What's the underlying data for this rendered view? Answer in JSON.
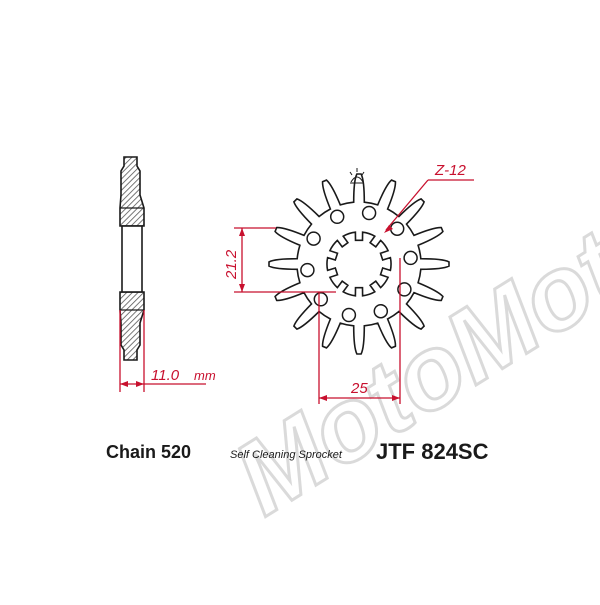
{
  "drawing": {
    "side_view": {
      "thickness_value": "11.0",
      "thickness_unit": "mm"
    },
    "front_view": {
      "tooth_count_label": "Z-12",
      "bolt_circle_dim": "21.2",
      "spline_dim": "25"
    },
    "watermark": "MotoMoto"
  },
  "caption": {
    "chain": "Chain 520",
    "type": "Self Cleaning Sprocket",
    "part_number": "JTF 824SC"
  },
  "colors": {
    "outline": "#1a1a1a",
    "dimension": "#c8102e",
    "hatch": "#555555",
    "watermark": "#d7d7d7"
  }
}
